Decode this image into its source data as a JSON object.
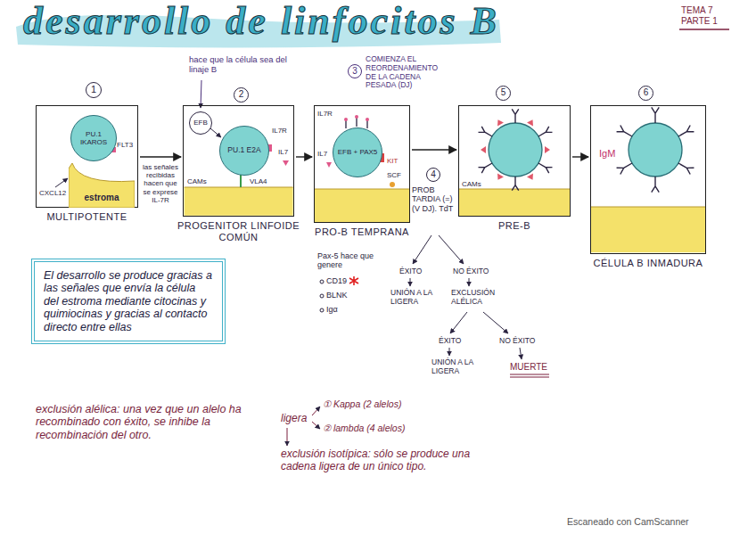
{
  "diagram": {
    "title": "desarrollo de linfocitos B",
    "nodes": [
      {
        "text": [
          "MULTIPOTENTE"
        ]
      },
      {
        "text": [
          "PU.1 IKAROS"
        ],
        "in": 0
      },
      {
        "text": [
          "estroma"
        ],
        "in": 0
      },
      {
        "text": [
          "PROGENITOR LINFOIDE COMÚN"
        ]
      },
      {
        "text": [
          "EFB"
        ],
        "in": 3
      },
      {
        "text": [
          "PU.1 E2A"
        ],
        "in": 3
      },
      {
        "text": [
          "PRO-B TEMPRANA"
        ]
      },
      {
        "text": [
          "EFB + PAX5"
        ],
        "in": 6
      },
      {
        "text": [
          "PRE-B"
        ]
      },
      {
        "text": [
          "CÉLULA B INMADURA"
        ]
      },
      {
        "text": [
          "El desarrollo se produce gracias a las señales que envía la célula del estroma mediante citocinas y quimiocinas y gracias al contacto directo entre ellas"
        ]
      }
    ],
    "edges": [
      {
        "from": 0,
        "to": 3,
        "arrow": "to",
        "label": "las señales recibidas hacen que se exprese IL-7R"
      },
      {
        "from": 3,
        "to": 6,
        "arrow": "to"
      },
      {
        "from": 6,
        "to": 8,
        "arrow": "to"
      },
      {
        "from": 8,
        "to": 9,
        "arrow": "to"
      }
    ],
    "labels": [
      "TEMA 7 PARTE 1",
      "1",
      "FLT3",
      "CXCL12",
      "hace que la célula sea del linaje B",
      "2",
      "IL7R",
      "IL7",
      "CAMs",
      "VLA4",
      "3",
      "COMIENZA EL REORDENAMIENTO DE LA CADENA PESADA (DJ)",
      "IL7R",
      "IL7",
      "KIT",
      "SCF",
      "5",
      "CAMs",
      "6",
      "IgM",
      "4",
      "PROB TARDIA (=) (V DJ). TdT",
      "Pax-5 hace que genere",
      "CD19",
      "BLNK",
      "Igα",
      "ÉXITO",
      "NO ÉXITO",
      "UNIÓN A LA LIGERA",
      "EXCLUSIÓN ALÉLICA",
      "ÉXITO",
      "NO ÉXITO",
      "UNIÓN A LA LIGERA",
      "MUERTE",
      "exclusión alélica: una vez que un alelo ha recombinado con éxito, se inhibe la recombinación del otro.",
      "ligera",
      "① Kappa (2 alelos)",
      "② lambda (4 alelos)",
      "exclusión isotípica: sólo se produce una cadena ligera de un único tipo.",
      "Escaneado con CamScanner"
    ]
  }
}
